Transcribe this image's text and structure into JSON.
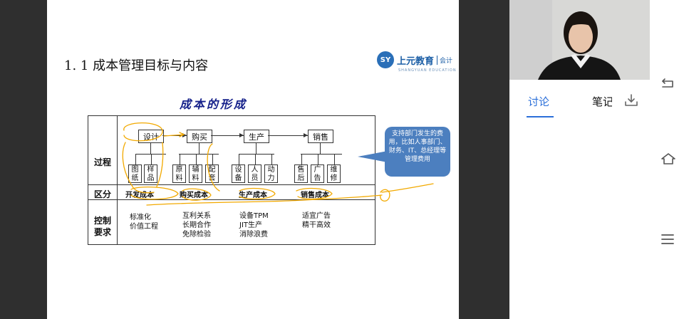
{
  "slide": {
    "title": "1. 1  成本管理目标与内容",
    "logo_mark": "SY",
    "logo_text": "上元教育",
    "logo_sub": "会计",
    "logo_tag": "SHANGYUAN EDUCATION",
    "diagram_title": "成本的形成",
    "rows": {
      "process": "过程",
      "divide": "区分",
      "control_line1": "控制",
      "control_line2": "要求"
    },
    "stages": [
      "设计",
      "购买",
      "生产",
      "销售"
    ],
    "subitems": [
      [
        "图纸",
        "样品"
      ],
      [
        "原料",
        "辅料",
        "配套"
      ],
      [
        "设备",
        "人员",
        "动力"
      ],
      [
        "售后",
        "广告",
        "维修"
      ]
    ],
    "costs": [
      "开发成本",
      "购买成本",
      "生产成本",
      "销售成本"
    ],
    "controls": [
      [
        "标准化",
        "价值工程"
      ],
      [
        "互利关系",
        "长期合作",
        "免除检验"
      ],
      [
        "设备TPM",
        "JIT生产",
        "消除浪费"
      ],
      [
        "适宜广告",
        "精干高效"
      ]
    ],
    "bubble_text": "支持部门发生的费用，比如人事部门、财务、IT、总经理等管理费用"
  },
  "panel": {
    "tab_discuss": "讨论",
    "tab_notes": "笔记"
  },
  "colors": {
    "accent": "#2b6fd9",
    "ink": "#f2a900",
    "bubble": "#4c7fbf",
    "title_blue": "#15208a"
  },
  "icons": {
    "download": "download-icon",
    "back": "back-icon",
    "home": "home-icon",
    "menu": "menu-icon"
  }
}
